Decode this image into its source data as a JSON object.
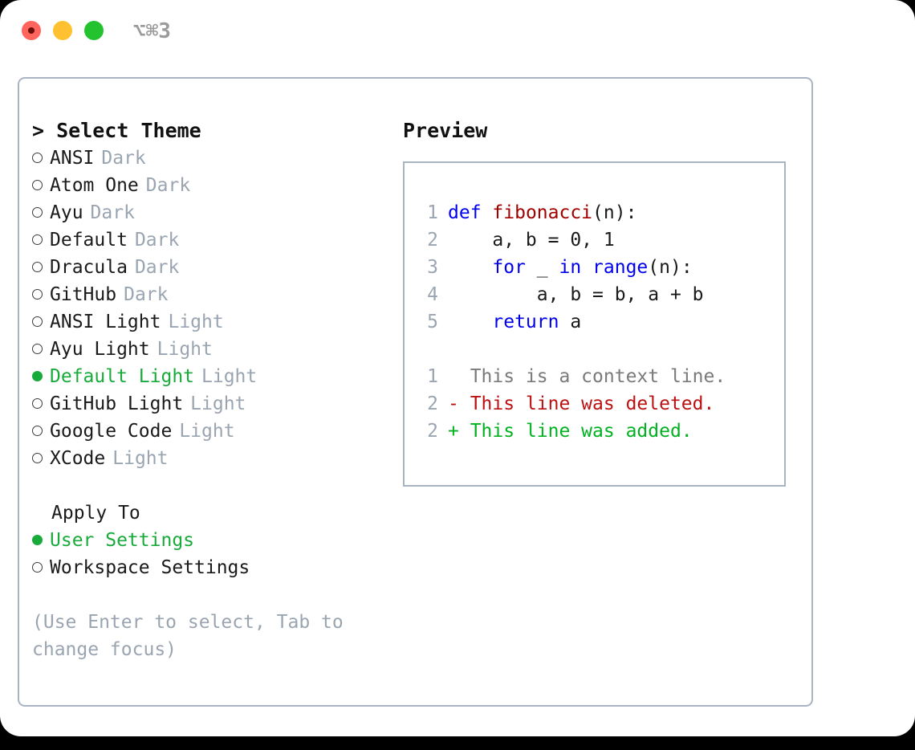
{
  "titlebar": {
    "shortcut": "⌥⌘3",
    "lights": [
      "close-red",
      "minimize-yellow",
      "zoom-green"
    ]
  },
  "theme_list": {
    "header": "> Select Theme",
    "items": [
      {
        "label": "ANSI",
        "category": "Dark",
        "selected": false
      },
      {
        "label": "Atom One",
        "category": "Dark",
        "selected": false
      },
      {
        "label": "Ayu",
        "category": "Dark",
        "selected": false
      },
      {
        "label": "Default",
        "category": "Dark",
        "selected": false
      },
      {
        "label": "Dracula",
        "category": "Dark",
        "selected": false
      },
      {
        "label": "GitHub",
        "category": "Dark",
        "selected": false
      },
      {
        "label": "ANSI Light",
        "category": "Light",
        "selected": false
      },
      {
        "label": "Ayu Light",
        "category": "Light",
        "selected": false
      },
      {
        "label": "Default Light",
        "category": "Light",
        "selected": true
      },
      {
        "label": "GitHub Light",
        "category": "Light",
        "selected": false
      },
      {
        "label": "Google Code",
        "category": "Light",
        "selected": false
      },
      {
        "label": "XCode",
        "category": "Light",
        "selected": false
      }
    ]
  },
  "apply_to": {
    "title": "Apply To",
    "options": [
      {
        "label": "User Settings",
        "selected": true
      },
      {
        "label": "Workspace Settings",
        "selected": false
      }
    ]
  },
  "hint": "(Use Enter to select, Tab to change focus)",
  "preview": {
    "title": "Preview",
    "code_lines": [
      {
        "n": "1",
        "indent": "",
        "kw": "def",
        "fn": "fibonacci",
        "rest": "(n):"
      },
      {
        "n": "2",
        "text": "    a, b = 0, 1"
      },
      {
        "n": "3",
        "text": "    for _ in range(n):",
        "kw2": "for",
        "kw3": "in",
        "kw4": "range"
      },
      {
        "n": "4",
        "text": "        a, b = b, a + b"
      },
      {
        "n": "5",
        "text": "    return a",
        "kw5": "return"
      }
    ],
    "code_plain": {
      "line1_kw": "def",
      "line1_fn": "fibonacci",
      "line1_rest": "(n):",
      "line2": "    a, b = 0, 1",
      "line3_pre": "    ",
      "line3_for": "for",
      "line3_mid": " _ ",
      "line3_in": "in",
      "line3_sp": " ",
      "line3_range": "range",
      "line3_rest": "(n):",
      "line4": "        a, b = b, a + b",
      "line5_pre": "    ",
      "line5_return": "return",
      "line5_rest": " a"
    },
    "diff_lines": [
      {
        "n": "1",
        "marker": "  ",
        "text": "This is a context line.",
        "type": "context"
      },
      {
        "n": "2",
        "marker": "- ",
        "text": "This line was deleted.",
        "type": "deleted"
      },
      {
        "n": "2",
        "marker": "+ ",
        "text": "This line was added.",
        "type": "added"
      }
    ]
  },
  "colors": {
    "selected_green": "#18ab3b",
    "muted_gray": "#9aa5b1",
    "border": "#a9b4c2",
    "keyword_blue": "#0000ee",
    "function_red": "#a30000",
    "diff_deleted": "#bb1111",
    "diff_added": "#00b220",
    "diff_context": "#7a7a7a"
  }
}
